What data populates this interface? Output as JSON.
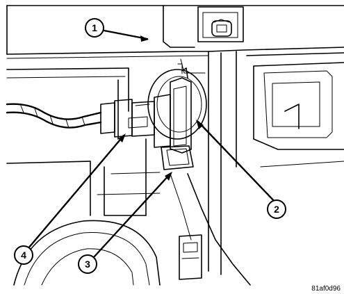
{
  "diagram": {
    "figure_id": "81af0d96",
    "callouts": [
      {
        "id": "callout-1",
        "label": "1"
      },
      {
        "id": "callout-2",
        "label": "2"
      },
      {
        "id": "callout-3",
        "label": "3"
      },
      {
        "id": "callout-4",
        "label": "4"
      }
    ]
  }
}
